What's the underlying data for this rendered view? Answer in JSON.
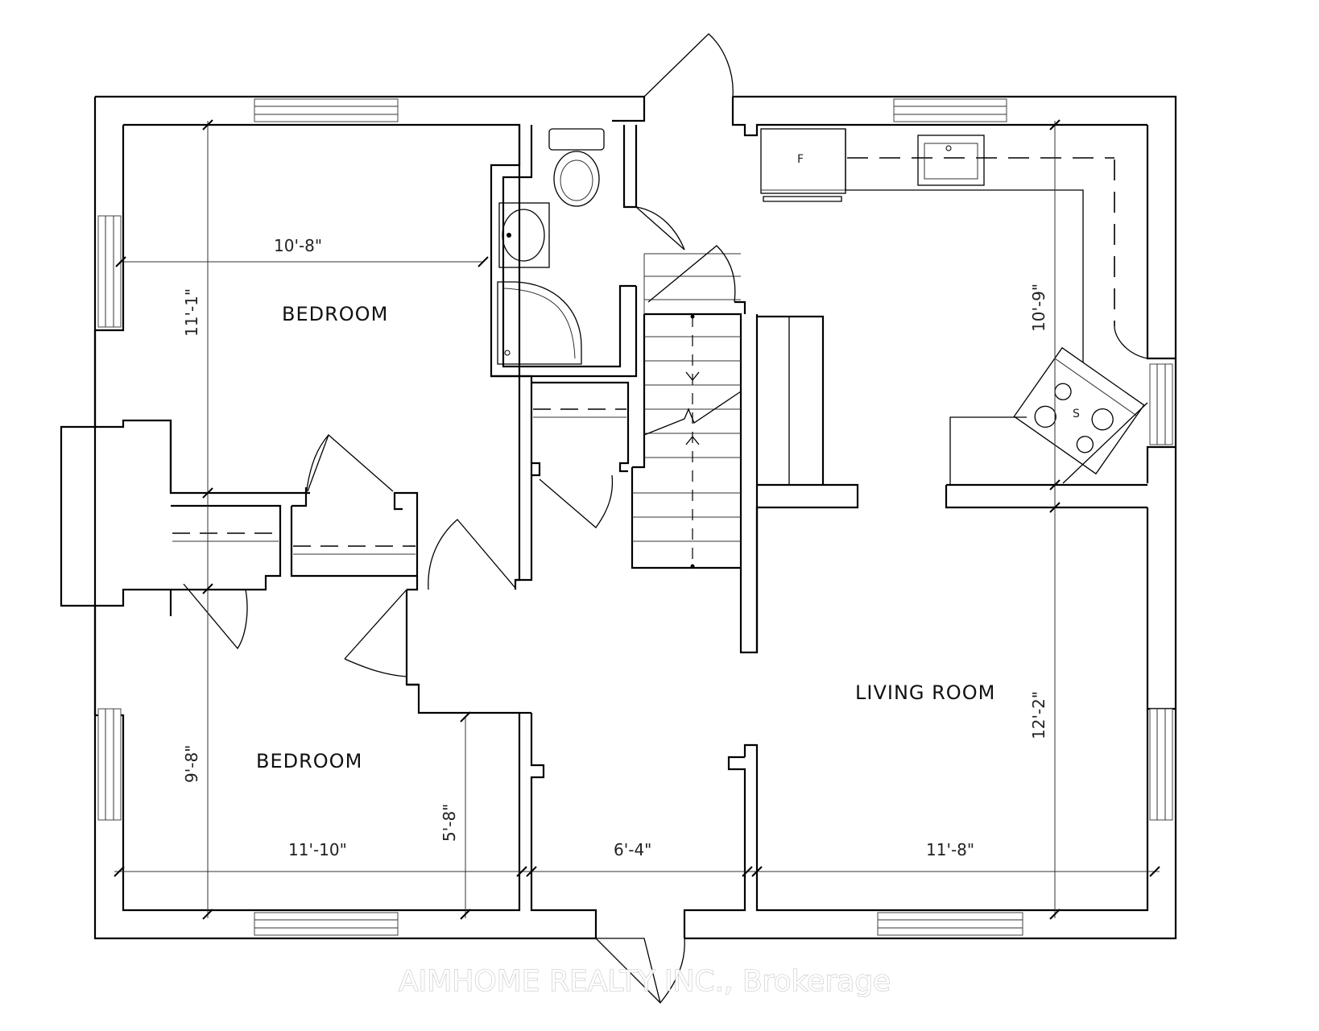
{
  "rooms": {
    "bedroom_upper": "BEDROOM",
    "bedroom_lower": "BEDROOM",
    "living_room": "LIVING ROOM"
  },
  "dimensions": {
    "upper_bedroom_width": "10'-8\"",
    "upper_bedroom_depth": "11'-1\"",
    "lower_bedroom_depth": "9'-8\"",
    "lower_bedroom_width": "11'-10\"",
    "closet_depth": "5'-8\"",
    "hall_width": "6'-4\"",
    "living_width": "11'-8\"",
    "kitchen_depth": "10'-9\"",
    "living_depth": "12'-2\""
  },
  "appliances": {
    "fridge": "F",
    "stove": "S"
  },
  "watermark": "AIMHOME REALTY INC., Brokerage"
}
